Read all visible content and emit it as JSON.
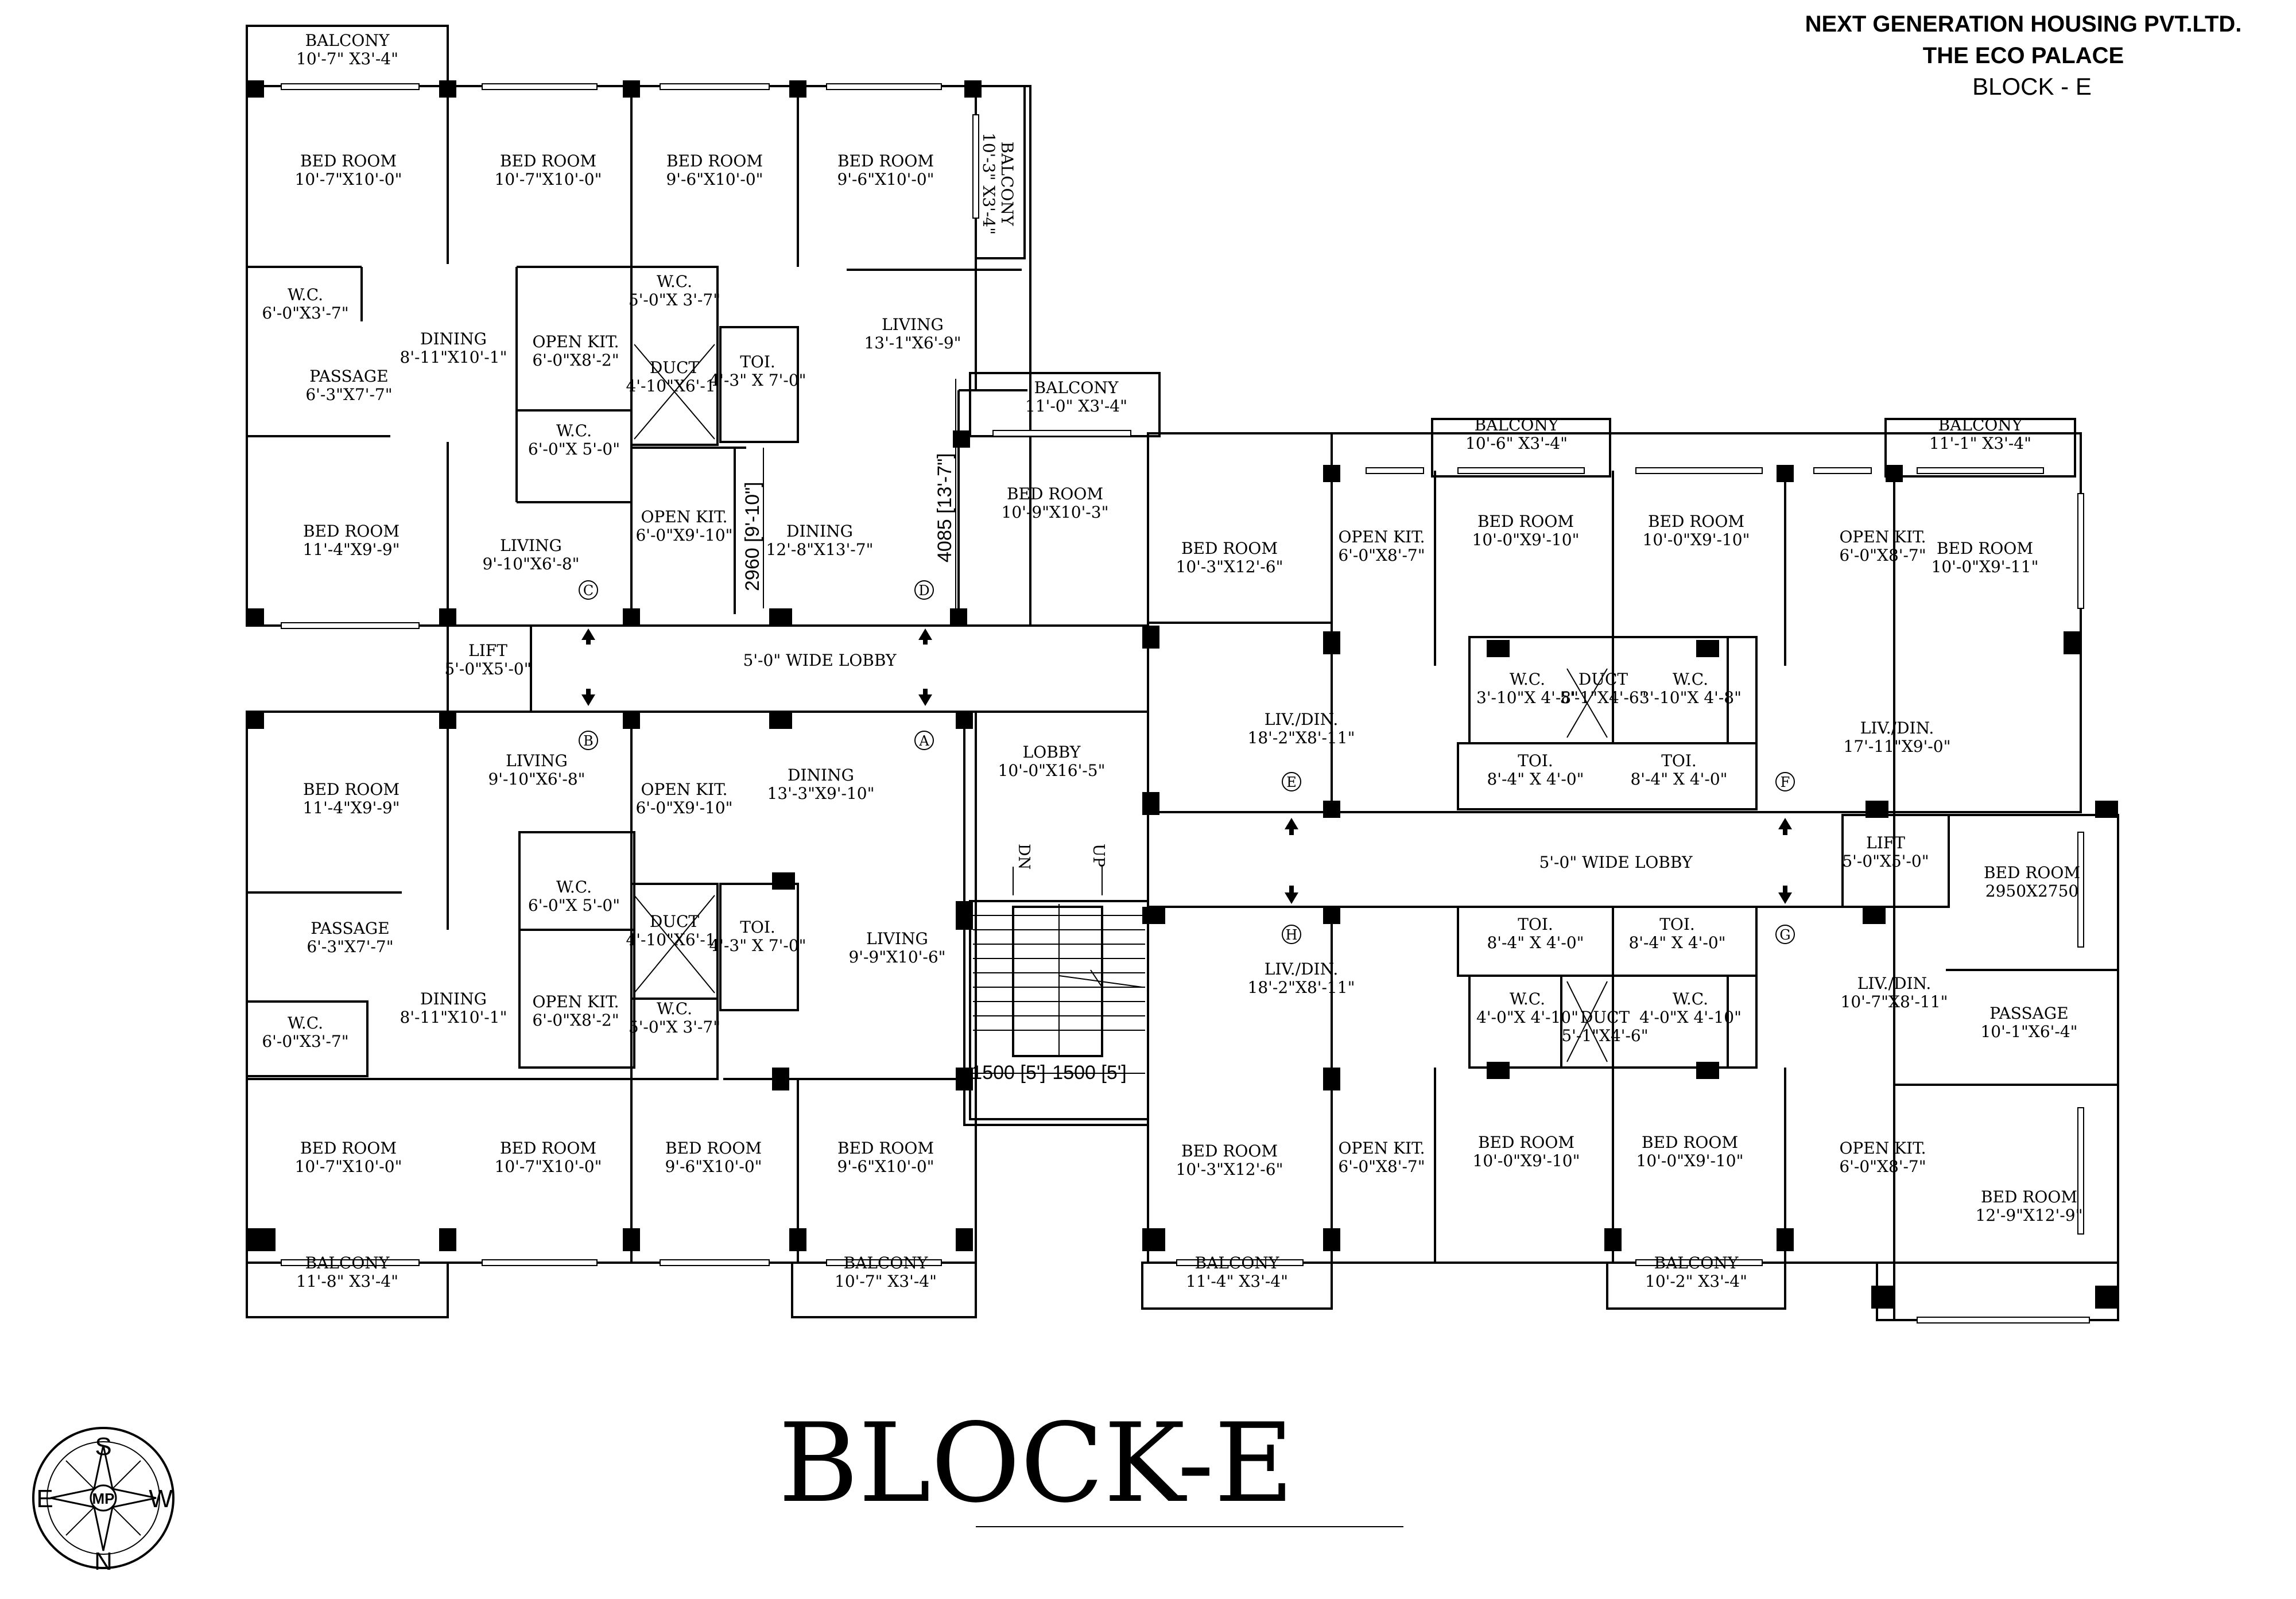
{
  "header": {
    "company": "NEXT GENERATION HOUSING PVT.LTD.",
    "project": "THE ECO PALACE",
    "block": "BLOCK - E"
  },
  "drawing_title": "BLOCK-E",
  "compass": {
    "top": "S",
    "bottom": "N",
    "left": "E",
    "right": "W",
    "center": "MP"
  },
  "stair": {
    "down": "DN",
    "up": "UP",
    "width_left": "1500 [5']",
    "width_right": "1500 [5']"
  },
  "dimensions": {
    "vertical_1": "2960 [9'-10\"]",
    "vertical_2": "4085 [13'-7\"]"
  },
  "markers": [
    "A",
    "B",
    "C",
    "D",
    "E",
    "F",
    "G",
    "H"
  ],
  "rooms": [
    {
      "name": "BALCONY",
      "size": "10'-7\" X3'-4\""
    },
    {
      "name": "BED ROOM",
      "size": "10'-7\"X10'-0\""
    },
    {
      "name": "BED ROOM",
      "size": "10'-7\"X10'-0\""
    },
    {
      "name": "BED ROOM",
      "size": "9'-6\"X10'-0\""
    },
    {
      "name": "BED ROOM",
      "size": "9'-6\"X10'-0\""
    },
    {
      "name": "BALCONY",
      "size": "10'-3\" X3'-4\""
    },
    {
      "name": "W.C.",
      "size": "6'-0\"X3'-7\""
    },
    {
      "name": "DINING",
      "size": "8'-11\"X10'-1\""
    },
    {
      "name": "PASSAGE",
      "size": "6'-3\"X7'-7\""
    },
    {
      "name": "W.C.",
      "size": "5'-0\"X 3'-7\""
    },
    {
      "name": "OPEN KIT.",
      "size": "6'-0\"X8'-2\""
    },
    {
      "name": "DUCT",
      "size": "4'-10\"X6'-1\""
    },
    {
      "name": "TOI.",
      "size": "4'-3\" X 7'-0\""
    },
    {
      "name": "LIVING",
      "size": "13'-1\"X6'-9\""
    },
    {
      "name": "BALCONY",
      "size": "11'-0\" X3'-4\""
    },
    {
      "name": "W.C.",
      "size": "6'-0\"X 5'-0\""
    },
    {
      "name": "BED ROOM",
      "size": "11'-4\"X9'-9\""
    },
    {
      "name": "LIVING",
      "size": "9'-10\"X6'-8\""
    },
    {
      "name": "OPEN KIT.",
      "size": "6'-0\"X9'-10\""
    },
    {
      "name": "DINING",
      "size": "12'-8\"X13'-7\""
    },
    {
      "name": "BED ROOM",
      "size": "10'-9\"X10'-3\""
    },
    {
      "name": "BALCONY",
      "size": "10'-6\" X3'-4\""
    },
    {
      "name": "BALCONY",
      "size": "11'-1\" X3'-4\""
    },
    {
      "name": "BED ROOM",
      "size": "10'-3\"X12'-6\""
    },
    {
      "name": "OPEN KIT.",
      "size": "6'-0\"X8'-7\""
    },
    {
      "name": "BED ROOM",
      "size": "10'-0\"X9'-10\""
    },
    {
      "name": "BED ROOM",
      "size": "10'-0\"X9'-10\""
    },
    {
      "name": "OPEN KIT.",
      "size": "6'-0\"X8'-7\""
    },
    {
      "name": "BED ROOM",
      "size": "10'-0\"X9'-11\""
    },
    {
      "name": "LIFT",
      "size": "5'-0\"X5'-0\""
    },
    {
      "name": "5'-0\" WIDE LOBBY",
      "size": ""
    },
    {
      "name": "W.C.",
      "size": "3'-10\"X 4'-8\""
    },
    {
      "name": "DUCT",
      "size": "5'-1\"X4'-6\""
    },
    {
      "name": "W.C.",
      "size": "3'-10\"X 4'-8\""
    },
    {
      "name": "LIV./DIN.",
      "size": "18'-2\"X8'-11\""
    },
    {
      "name": "LIV./DIN.",
      "size": "17'-11\"X9'-0\""
    },
    {
      "name": "TOI.",
      "size": "8'-4\" X 4'-0\""
    },
    {
      "name": "TOI.",
      "size": "8'-4\" X 4'-0\""
    },
    {
      "name": "LIVING",
      "size": "9'-10\"X6'-8\""
    },
    {
      "name": "OPEN KIT.",
      "size": "6'-0\"X9'-10\""
    },
    {
      "name": "DINING",
      "size": "13'-3\"X9'-10\""
    },
    {
      "name": "LOBBY",
      "size": "10'-0\"X16'-5\""
    },
    {
      "name": "BED ROOM",
      "size": "11'-4\"X9'-9\""
    },
    {
      "name": "W.C.",
      "size": "6'-0\"X 5'-0\""
    },
    {
      "name": "LIFT",
      "size": "5'-0\"X5'-0\""
    },
    {
      "name": "5'-0\" WIDE LOBBY",
      "size": ""
    },
    {
      "name": "BED ROOM",
      "size": "2950X2750"
    },
    {
      "name": "PASSAGE",
      "size": "6'-3\"X7'-7\""
    },
    {
      "name": "DUCT",
      "size": "4'-10\"X6'-1\""
    },
    {
      "name": "TOI.",
      "size": "4'-3\" X 7'-0\""
    },
    {
      "name": "LIVING",
      "size": "9'-9\"X10'-6\""
    },
    {
      "name": "TOI.",
      "size": "8'-4\" X 4'-0\""
    },
    {
      "name": "TOI.",
      "size": "8'-4\" X 4'-0\""
    },
    {
      "name": "LIV./DIN.",
      "size": "18'-2\"X8'-11\""
    },
    {
      "name": "LIV./DIN.",
      "size": "10'-7\"X8'-11\""
    },
    {
      "name": "OPEN KIT.",
      "size": "6'-0\"X8'-2\""
    },
    {
      "name": "W.C.",
      "size": "6'-0\"X3'-7\""
    },
    {
      "name": "DINING",
      "size": "8'-11\"X10'-1\""
    },
    {
      "name": "W.C.",
      "size": "5'-0\"X 3'-7\""
    },
    {
      "name": "W.C.",
      "size": "4'-0\"X 4'-10\""
    },
    {
      "name": "DUCT",
      "size": "5'-1\"X4'-6\""
    },
    {
      "name": "W.C.",
      "size": "4'-0\"X 4'-10\""
    },
    {
      "name": "PASSAGE",
      "size": "10'-1\"X6'-4\""
    },
    {
      "name": "BED ROOM",
      "size": "10'-7\"X10'-0\""
    },
    {
      "name": "BED ROOM",
      "size": "10'-7\"X10'-0\""
    },
    {
      "name": "BED ROOM",
      "size": "9'-6\"X10'-0\""
    },
    {
      "name": "BED ROOM",
      "size": "9'-6\"X10'-0\""
    },
    {
      "name": "BED ROOM",
      "size": "10'-3\"X12'-6\""
    },
    {
      "name": "OPEN KIT.",
      "size": "6'-0\"X8'-7\""
    },
    {
      "name": "BED ROOM",
      "size": "10'-0\"X9'-10\""
    },
    {
      "name": "BED ROOM",
      "size": "10'-0\"X9'-10\""
    },
    {
      "name": "OPEN KIT.",
      "size": "6'-0\"X8'-7\""
    },
    {
      "name": "BED ROOM",
      "size": "12'-9\"X12'-9\""
    },
    {
      "name": "BALCONY",
      "size": "11'-8\" X3'-4\""
    },
    {
      "name": "BALCONY",
      "size": "10'-7\" X3'-4\""
    },
    {
      "name": "BALCONY",
      "size": "11'-4\" X3'-4\""
    },
    {
      "name": "BALCONY",
      "size": "10'-2\" X3'-4\""
    }
  ]
}
